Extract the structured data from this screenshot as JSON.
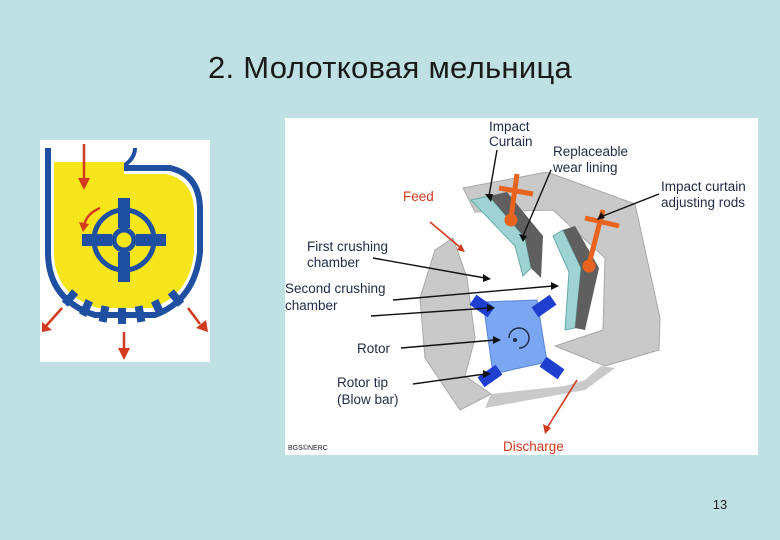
{
  "title": "2. Молотковая мельница",
  "diagram": {
    "labels": {
      "impact_curtain_1": "Impact",
      "impact_curtain_2": "Curtain",
      "replaceable_1": "Replaceable",
      "replaceable_2": "wear lining",
      "adjusting_1": "Impact curtain",
      "adjusting_2": "adjusting rods",
      "feed": "Feed",
      "first_crushing_1": "First crushing",
      "first_crushing_2": "chamber",
      "second_crushing_1": "Second crushing",
      "second_crushing_2": "chamber",
      "rotor": "Rotor",
      "rotor_tip_1": "Rotor tip",
      "rotor_tip_2": "(Blow bar)",
      "discharge": "Discharge",
      "credit": "BGS©NERC"
    },
    "colors": {
      "arrow_red": "#d23a1f",
      "rod_orange": "#e8641e",
      "lining_teal": "#9fd3d3",
      "curtain_gray": "#5f5f5f",
      "frame_gray": "#c9c9c9",
      "rotor_blue": "#7aa6f2",
      "blade_blue": "#1f3fd0",
      "mill_yellow": "#f7e51c",
      "hammer_blue": "#1f4fa0"
    }
  },
  "page_number": "13"
}
